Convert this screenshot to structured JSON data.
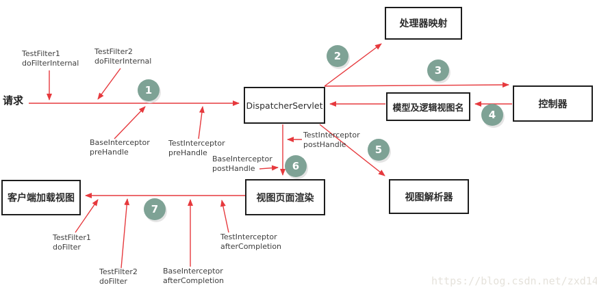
{
  "colors": {
    "arrow": "#e6393d",
    "step_circle_bg": "#7ea295",
    "step_number": "#ffffff",
    "box_border": "#1c1c1c",
    "box_text": "#2b2b2b",
    "label_text": "#3d3d3d",
    "watermark_text": "#e5e2db"
  },
  "nodes": {
    "request": "请求",
    "handler_mapping": "处理器映射",
    "dispatcher_servlet": "DispatcherServlet",
    "controller": "控制器",
    "model_and_view": "模型及逻辑视图名",
    "view_resolver": "视图解析器",
    "view_render": "视图页面渲染",
    "client_view": "客户端加载视图"
  },
  "labels": {
    "test_filter1_internal": "TestFilter1\ndoFilterInternal",
    "test_filter2_internal": "TestFilter2\ndoFilterInternal",
    "base_interceptor_pre": "BaseInterceptor\npreHandle",
    "test_interceptor_pre": "TestInterceptor\npreHandle",
    "test_interceptor_post": "TestInterceptor\npostHandle",
    "base_interceptor_post": "BaseInterceptor\npostHandle",
    "test_filter1_do": "TestFilter1\ndoFilter",
    "test_filter2_do": "TestFilter2\ndoFilter",
    "base_interceptor_after": "BaseInterceptor\nafterCompletion",
    "test_interceptor_after": "TestInterceptor\nafterCompletion"
  },
  "steps": [
    "1",
    "2",
    "3",
    "4",
    "5",
    "6",
    "7"
  ],
  "watermark": "https://blog.csdn.net/zxd14"
}
